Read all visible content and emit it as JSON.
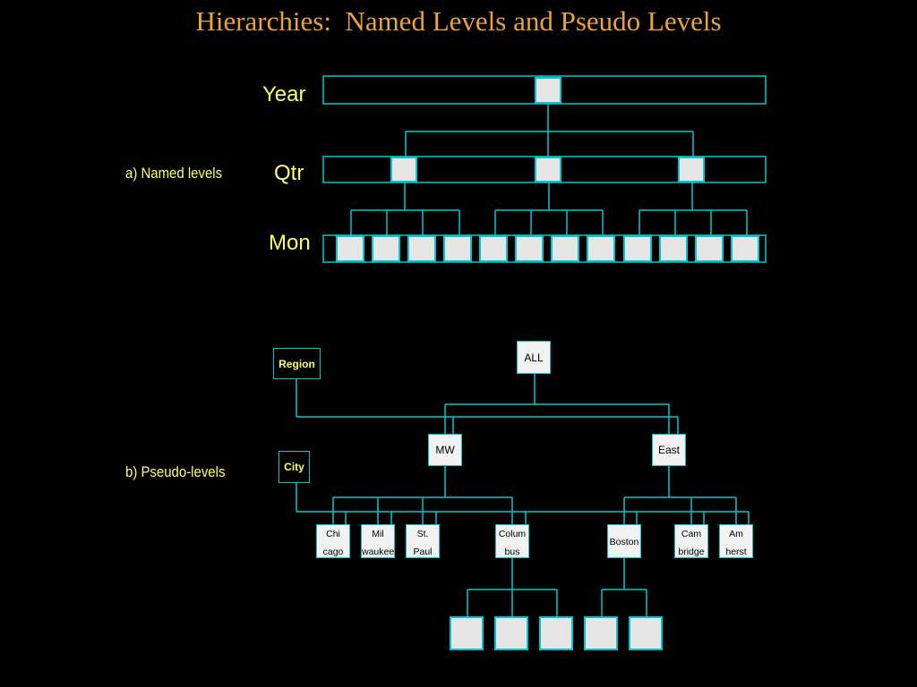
{
  "title": "Hierarchies:  Named Levels and Pseudo Levels",
  "named": {
    "caption": "a) Named levels",
    "levels": {
      "year": "Year",
      "qtr": "Qtr",
      "mon": "Mon"
    }
  },
  "pseudo": {
    "caption": "b) Pseudo-levels",
    "region_tag": "Region",
    "city_tag": "City",
    "root": "ALL",
    "regions": [
      "MW",
      "East"
    ],
    "cities": [
      {
        "l1": "Chi",
        "l2": "cago"
      },
      {
        "l1": "Mil",
        "l2": "waukee"
      },
      {
        "l1": "St.",
        "l2": "Paul"
      },
      {
        "l1": "Colum",
        "l2": "bus"
      },
      {
        "l1": "Boston",
        "l2": ""
      },
      {
        "l1": "Cam",
        "l2": "bridge"
      },
      {
        "l1": "Am",
        "l2": "herst"
      }
    ]
  }
}
